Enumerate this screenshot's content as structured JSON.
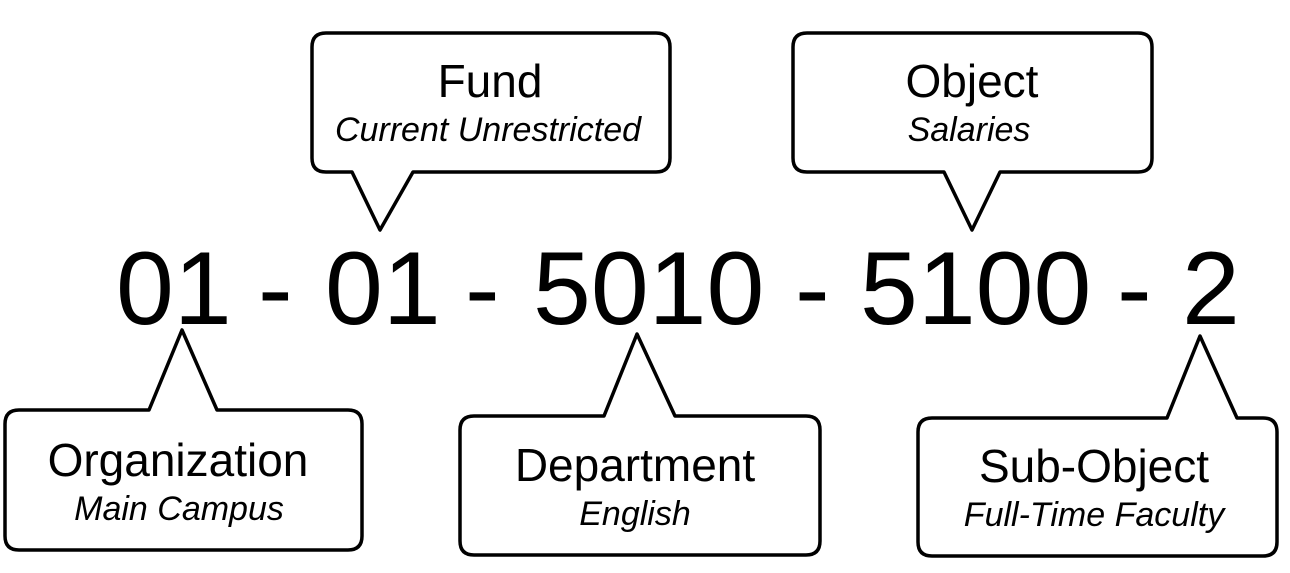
{
  "account_code": {
    "segments": [
      "01",
      "01",
      "5010",
      "5100",
      "2"
    ],
    "separator": "-"
  },
  "callouts": [
    {
      "label": "Fund",
      "description": "Current Unrestricted"
    },
    {
      "label": "Object",
      "description": "Salaries"
    },
    {
      "label": "Organization",
      "description": "Main Campus"
    },
    {
      "label": "Department",
      "description": "English"
    },
    {
      "label": "Sub-Object",
      "description": "Full-Time Faculty"
    }
  ]
}
